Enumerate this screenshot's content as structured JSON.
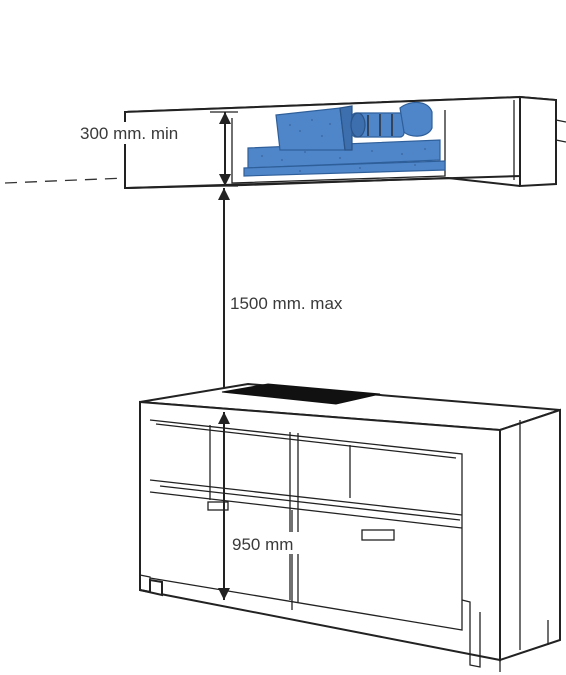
{
  "dimensions": {
    "min_clearance": "300 mm. min",
    "max_height": "1500 mm. max",
    "counter_height": "950 mm"
  },
  "colors": {
    "hood_motor": "#4f86c9",
    "hob": "#1a1a1a",
    "outline": "#222222"
  }
}
